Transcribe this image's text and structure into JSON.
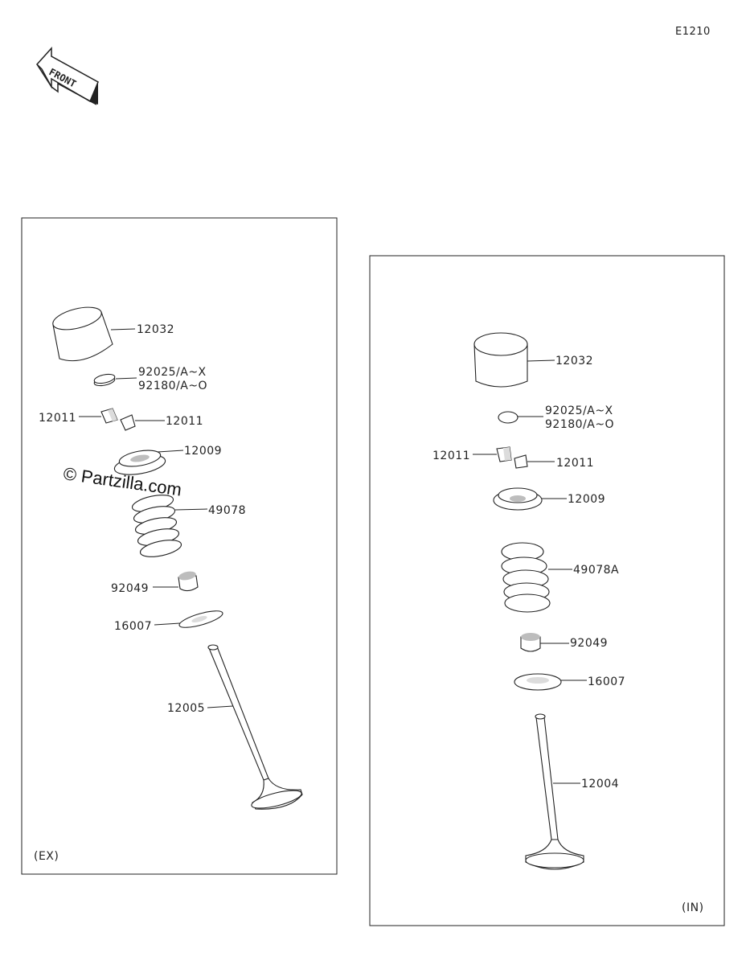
{
  "diagram_code": "E1210",
  "front_label": "FRONT",
  "watermark": "© Partzilla.com",
  "exhaust_panel": {
    "tag": "(EX)",
    "labels": {
      "tappet": "12032",
      "shim_a": "92025/A~X",
      "shim_b": "92180/A~O",
      "cotter_left": "12011",
      "cotter_right": "12011",
      "retainer": "12009",
      "spring": "49078",
      "stem_seal": "92049",
      "spring_seat": "16007",
      "valve": "12005"
    }
  },
  "intake_panel": {
    "tag": "(IN)",
    "labels": {
      "tappet": "12032",
      "shim_a": "92025/A~X",
      "shim_b": "92180/A~O",
      "cotter_left": "12011",
      "cotter_right": "12011",
      "retainer": "12009",
      "spring": "49078A",
      "stem_seal": "92049",
      "spring_seat": "16007",
      "valve": "12004"
    }
  }
}
